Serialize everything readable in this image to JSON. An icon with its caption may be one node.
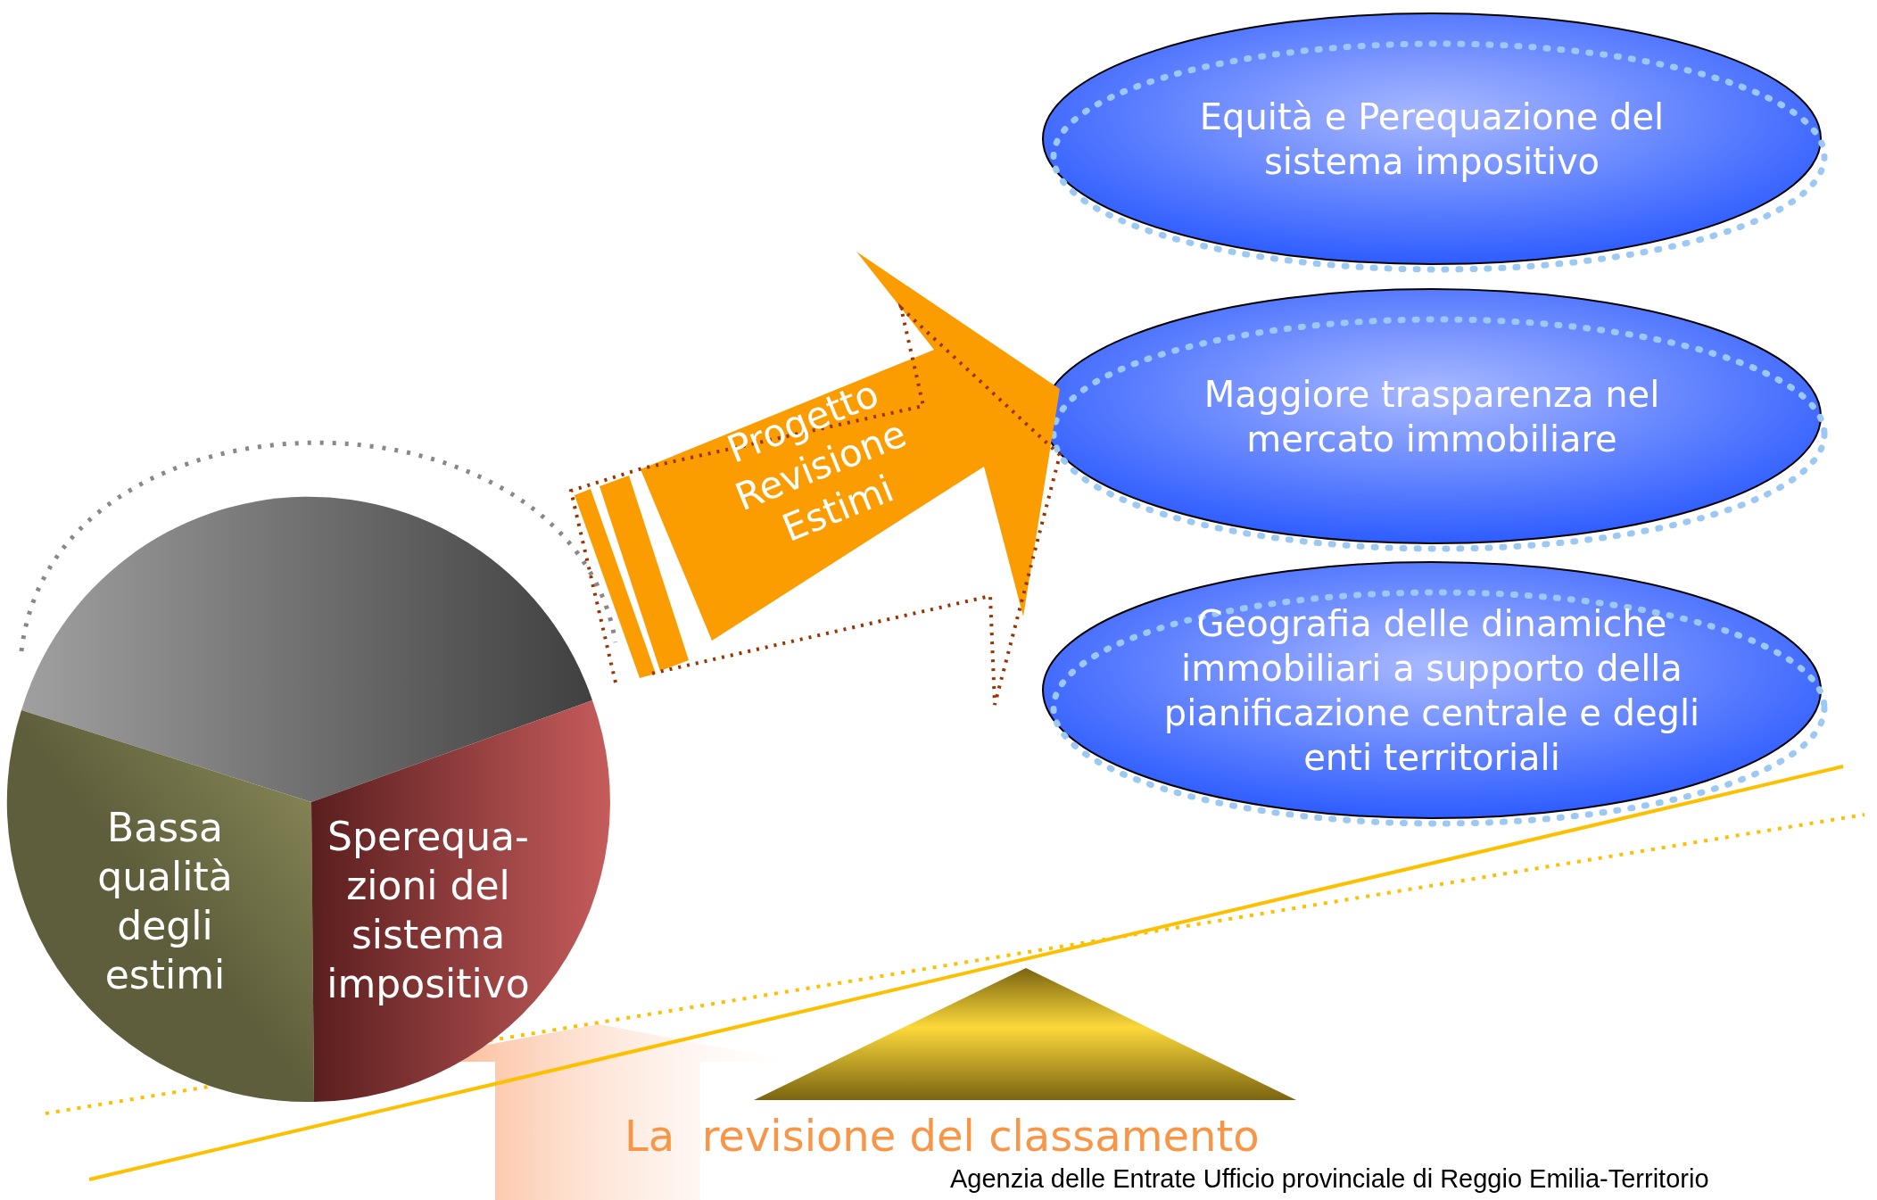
{
  "diagram": {
    "nodes": [
      {
        "text": [
          "Equità e Perequazione del sistema impositivo"
        ]
      },
      {
        "text": [
          "Maggiore trasparenza nel mercato immobiliare"
        ]
      },
      {
        "text": [
          "Progetto Revisione Estimi"
        ]
      },
      {
        "text": [
          "Geografia delle dinamiche immobiliari a supporto della pianificazione centrale e degli enti territoriali"
        ]
      },
      {
        "text": [],
        "shape": "wedge"
      },
      {
        "text": [
          "Bassa qualità degli estimi"
        ]
      },
      {
        "text": [
          "Sperequa-zioni del sistema impositivo"
        ]
      }
    ],
    "labels": [
      "La  revisione del classamento",
      "Agenzia delle Entrate Ufficio provinciale di Reggio Emilia-Territorio"
    ]
  }
}
